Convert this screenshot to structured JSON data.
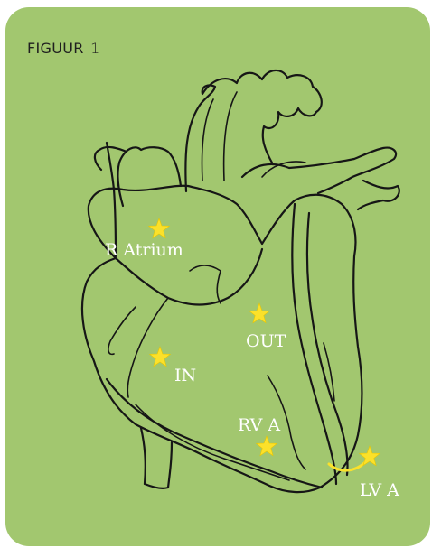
{
  "figure": {
    "title_word": "FIGUUR",
    "title_number": "1"
  },
  "markers": [
    {
      "id": "r-atrium",
      "label": "R Atrium"
    },
    {
      "id": "out",
      "label": "OUT"
    },
    {
      "id": "in",
      "label": "IN"
    },
    {
      "id": "rv-a",
      "label": "RV A"
    },
    {
      "id": "lv-a",
      "label": "LV A"
    }
  ],
  "colors": {
    "background": "#a2c76f",
    "outline": "#161616",
    "star": "#fbe12a",
    "label": "#ffffff",
    "lead": "#fbe12a"
  }
}
